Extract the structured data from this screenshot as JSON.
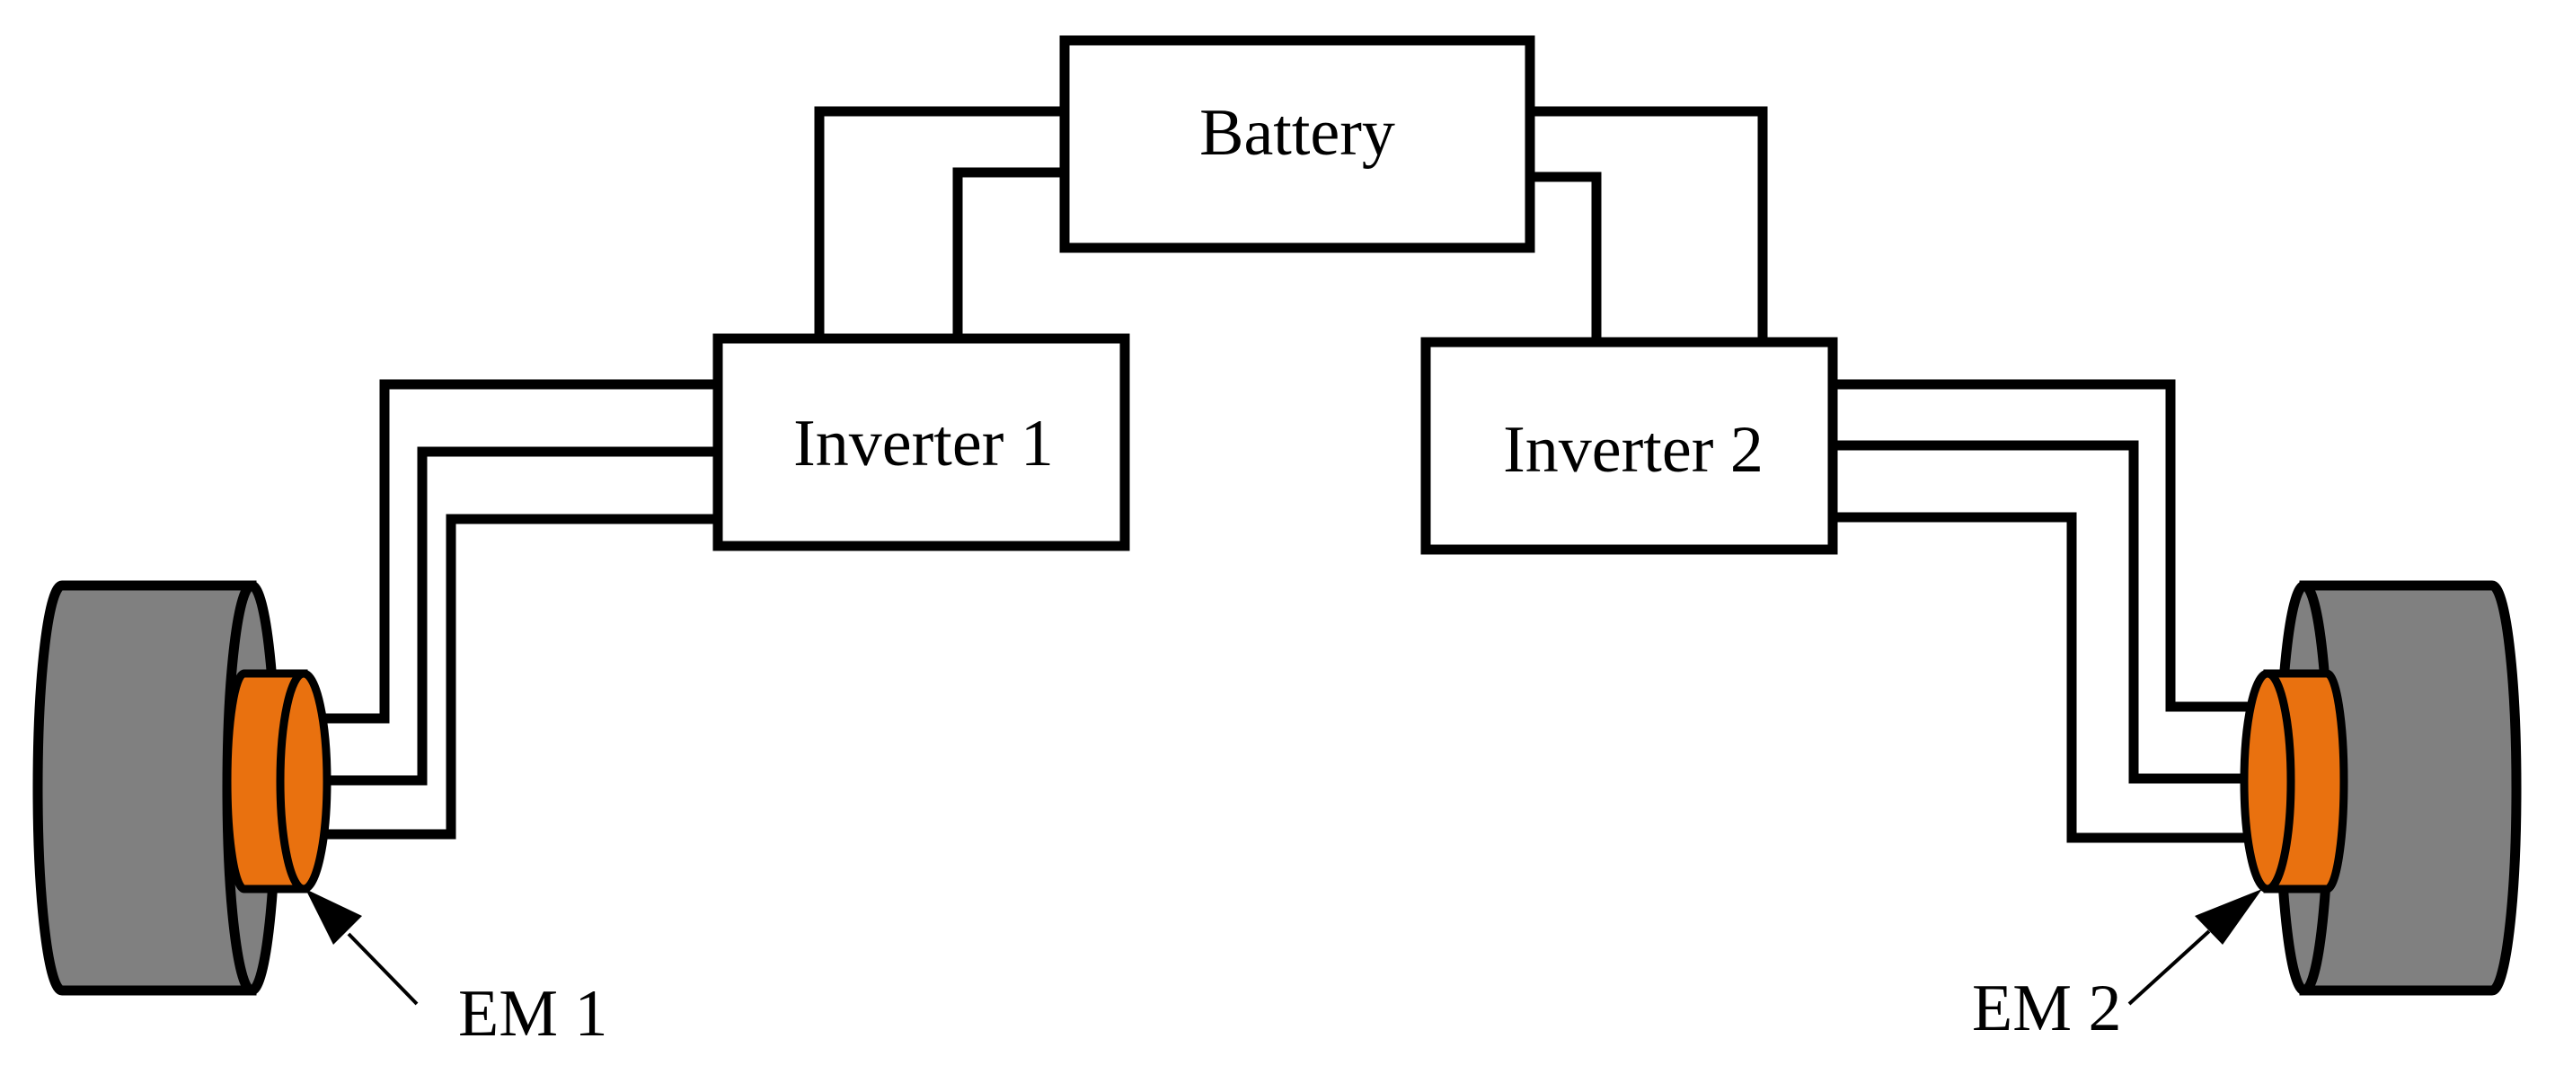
{
  "blocks": {
    "battery": "Battery",
    "inverter_1": "Inverter 1",
    "inverter_2": "Inverter 2"
  },
  "motors": {
    "em_1": "EM 1",
    "em_2": "EM 2"
  },
  "colors": {
    "wheel": "#808080",
    "motor": "#e9710f",
    "line": "#000000",
    "background": "#ffffff"
  }
}
